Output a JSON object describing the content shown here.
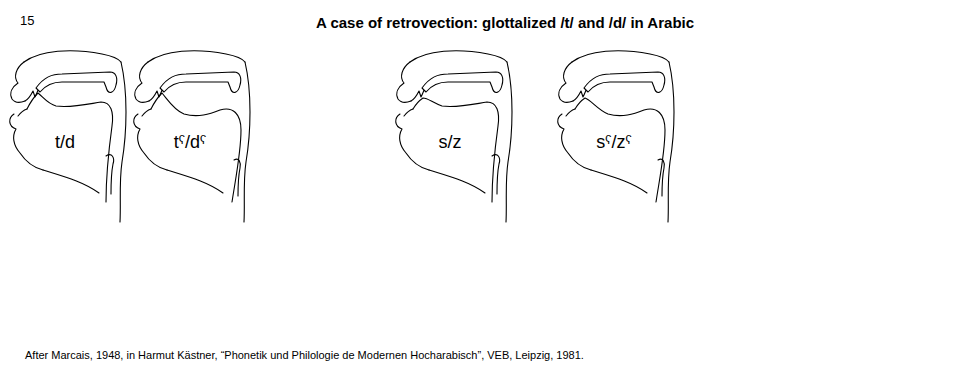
{
  "diagram": {
    "title": "A case of retrovection: glottalized /t/ and /d/ in Arabic",
    "caption": "After Marcais, 1948, in Harmut Kästner, “Phonetik und Philologie de Modernen Hocharabisch”, VEB, Leipzig, 1981.",
    "labels": [
      "15",
      "t/d",
      "tˤ/dˤ",
      "s/z",
      "sˤ/zˤ"
    ]
  }
}
